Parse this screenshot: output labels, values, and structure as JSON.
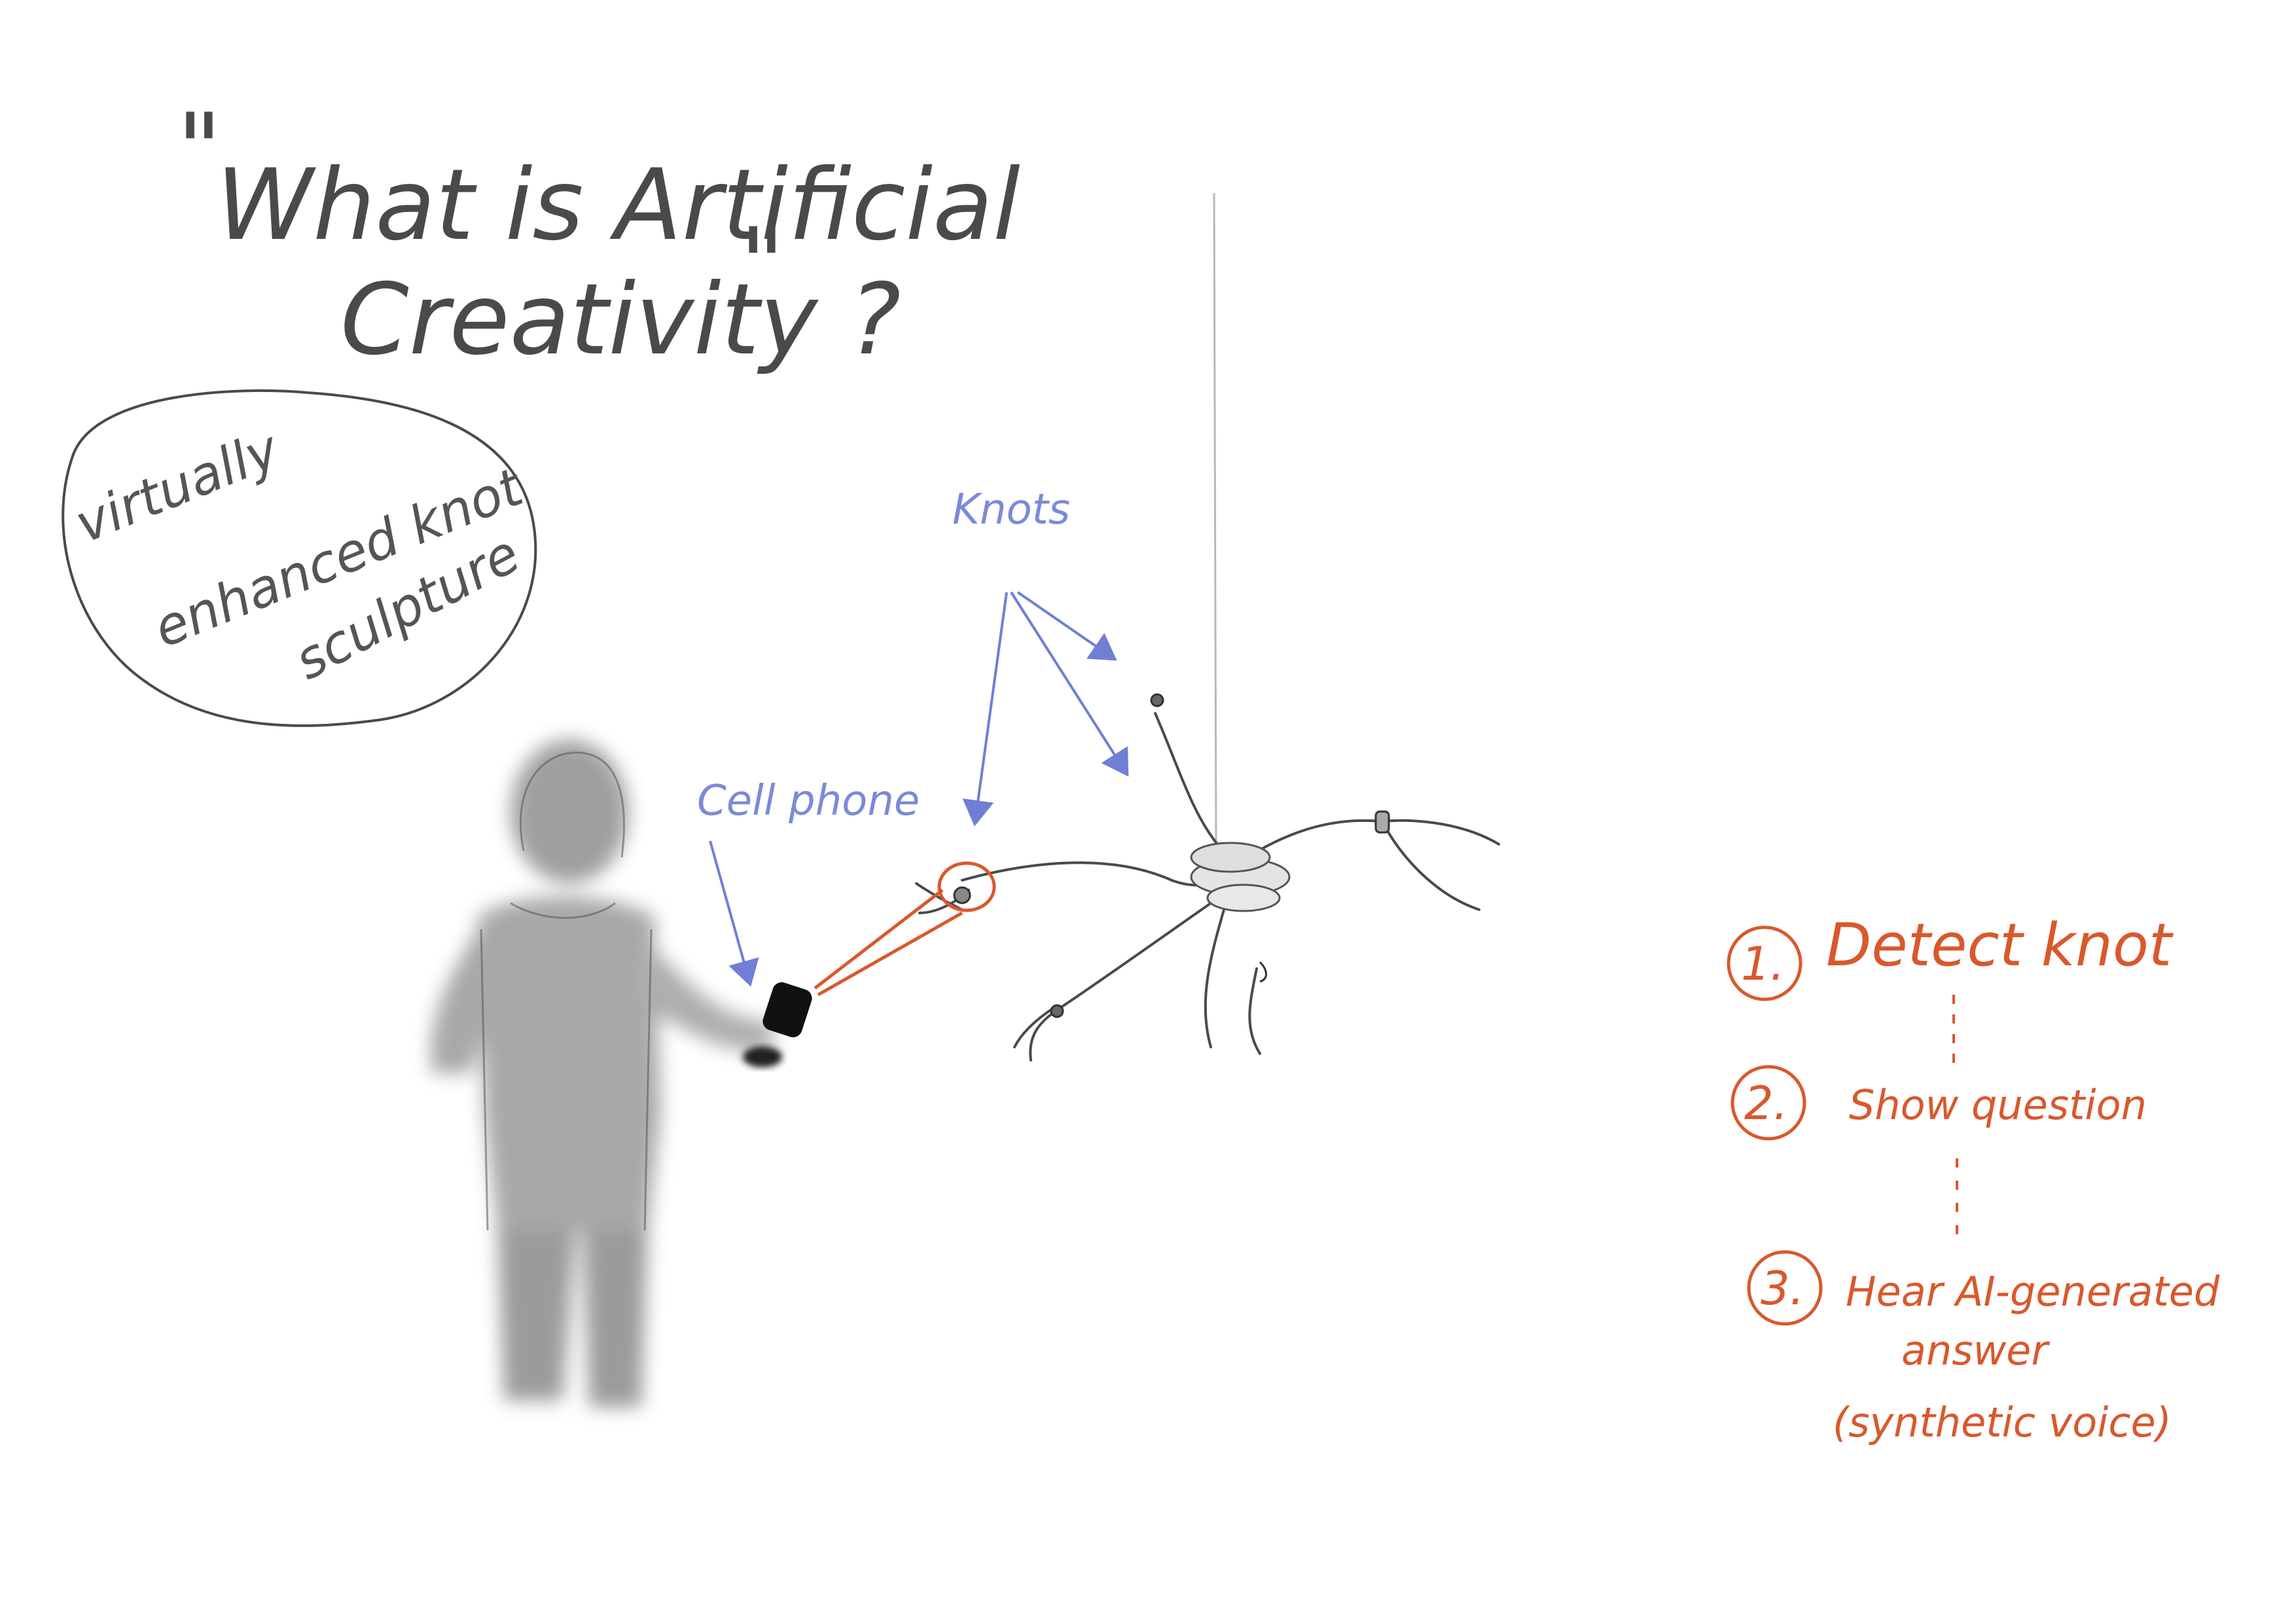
{
  "title": {
    "open_quote": "\"",
    "line1": "What is Artificial",
    "line2": "Creativity ?",
    "close_quote": "\""
  },
  "bubble": {
    "line1": "virtually",
    "line2": "enhanced knot",
    "line3": "sculpture"
  },
  "labels": {
    "knots": "Knots",
    "cell_phone": "Cell phone"
  },
  "steps": [
    {
      "number": "1.",
      "text": "Detect knot"
    },
    {
      "number": "2.",
      "text": "Show question"
    },
    {
      "number": "3.",
      "text": "Hear AI-generated",
      "text2": "answer",
      "text3": "(synthetic voice)"
    }
  ],
  "colors": {
    "ink": "#4a4a4a",
    "blue_annotation": "#6f7fd6",
    "orange_annotation": "#d9582c",
    "figure_gray": "#8a8a8a"
  }
}
